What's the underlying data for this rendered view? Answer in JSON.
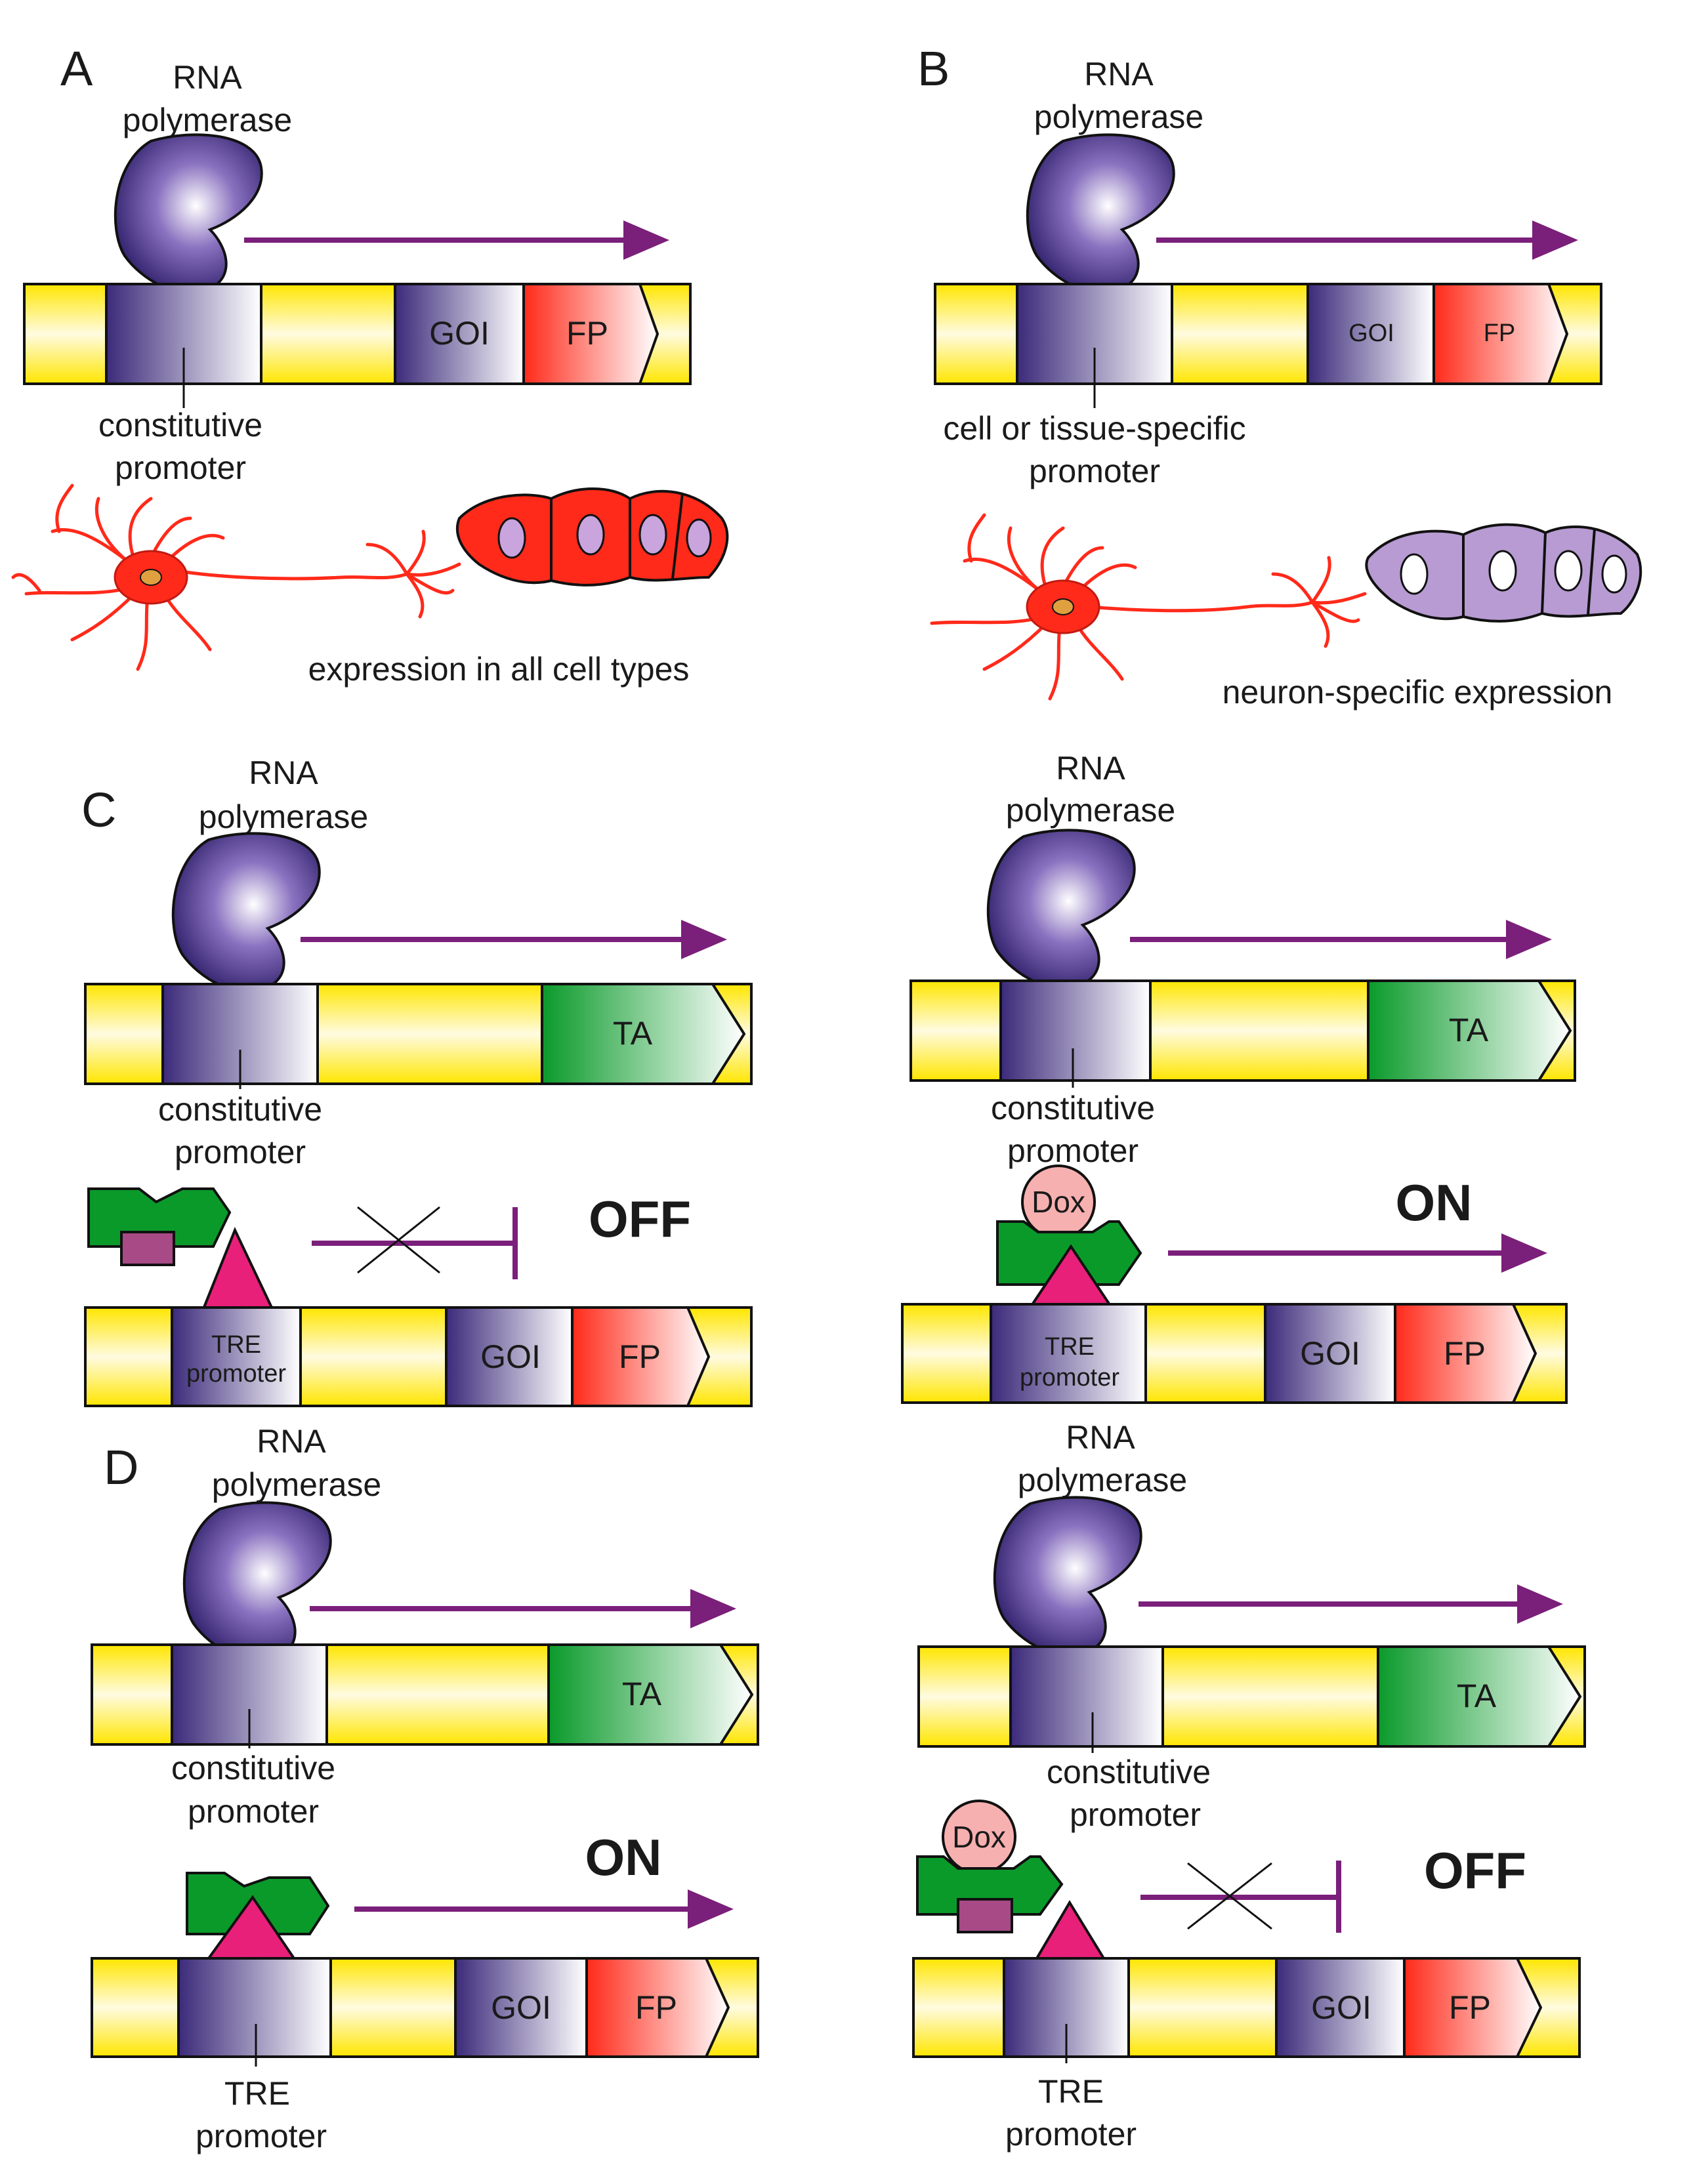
{
  "panels": {
    "a": {
      "letter": "A",
      "polymerase": [
        "RNA",
        "polymerase"
      ],
      "promoter": [
        "constitutive",
        "promoter"
      ],
      "goi": "GOI",
      "fp": "FP",
      "caption": "expression in all cell types"
    },
    "b": {
      "letter": "B",
      "polymerase": [
        "RNA",
        "polymerase"
      ],
      "promoter": [
        "cell or tissue-specific",
        "promoter"
      ],
      "goi": "GOI",
      "fp": "FP",
      "caption": "neuron-specific expression"
    },
    "c": {
      "letter": "C",
      "left": {
        "polymerase": [
          "RNA",
          "polymerase"
        ],
        "ta": "TA",
        "promoter": [
          "constitutive",
          "promoter"
        ],
        "state": "OFF",
        "tre": [
          "TRE",
          "promoter"
        ],
        "goi": "GOI",
        "fp": "FP"
      },
      "right": {
        "polymerase": [
          "RNA",
          "polymerase"
        ],
        "ta": "TA",
        "promoter": [
          "constitutive",
          "promoter"
        ],
        "state": "ON",
        "dox": "Dox",
        "tre": [
          "TRE",
          "promoter"
        ],
        "goi": "GOI",
        "fp": "FP"
      }
    },
    "d": {
      "letter": "D",
      "left": {
        "polymerase": [
          "RNA",
          "polymerase"
        ],
        "ta": "TA",
        "promoter": [
          "constitutive",
          "promoter"
        ],
        "state": "ON",
        "goi": "GOI",
        "fp": "FP",
        "tre_promoter": [
          "TRE",
          "promoter"
        ]
      },
      "right": {
        "polymerase": [
          "RNA",
          "polymerase"
        ],
        "ta": "TA",
        "promoter": [
          "constitutive",
          "promoter"
        ],
        "state": "OFF",
        "dox": "Dox",
        "goi": "GOI",
        "fp": "FP",
        "tre_promoter": [
          "TRE",
          "promoter"
        ]
      }
    }
  },
  "colors": {
    "yellow": "#ffe600",
    "purple_dark": "#3b2a7a",
    "arrow": "#7a1f7a",
    "red": "#ff2a1a",
    "green": "#0a9a2a",
    "pink": "#e8207a",
    "mauve": "#a84a86",
    "dox": "#f7b0b0",
    "lavender": "#b79bd2"
  }
}
